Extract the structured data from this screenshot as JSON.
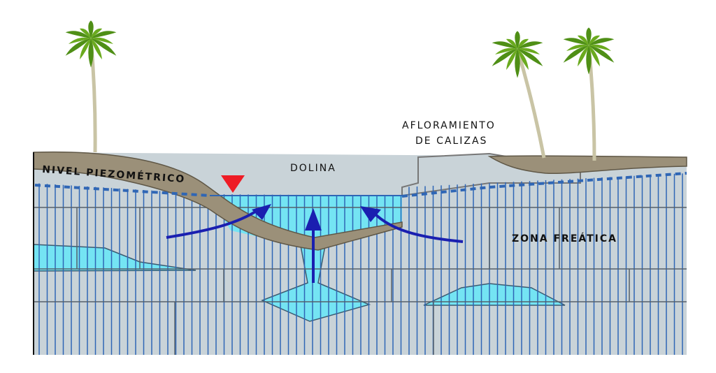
{
  "labels": {
    "nivel": "NIVEL PIEZOMÉTRICO",
    "dolina": "DOLINA",
    "afloramiento_1": "AFLORAMIENTO",
    "afloramiento_2": "DE CALIZAS",
    "zona": "ZONA FREÁTICA"
  },
  "colors": {
    "rock": "#c9d3d8",
    "joints": "#2f66b5",
    "soil": "#9b9079",
    "water": "#74e4f3",
    "arrow": "#1a1fb0",
    "marker": "#ee1c25",
    "palm_leaf": "#6aaa1e",
    "trunk": "#c9c4a5"
  }
}
